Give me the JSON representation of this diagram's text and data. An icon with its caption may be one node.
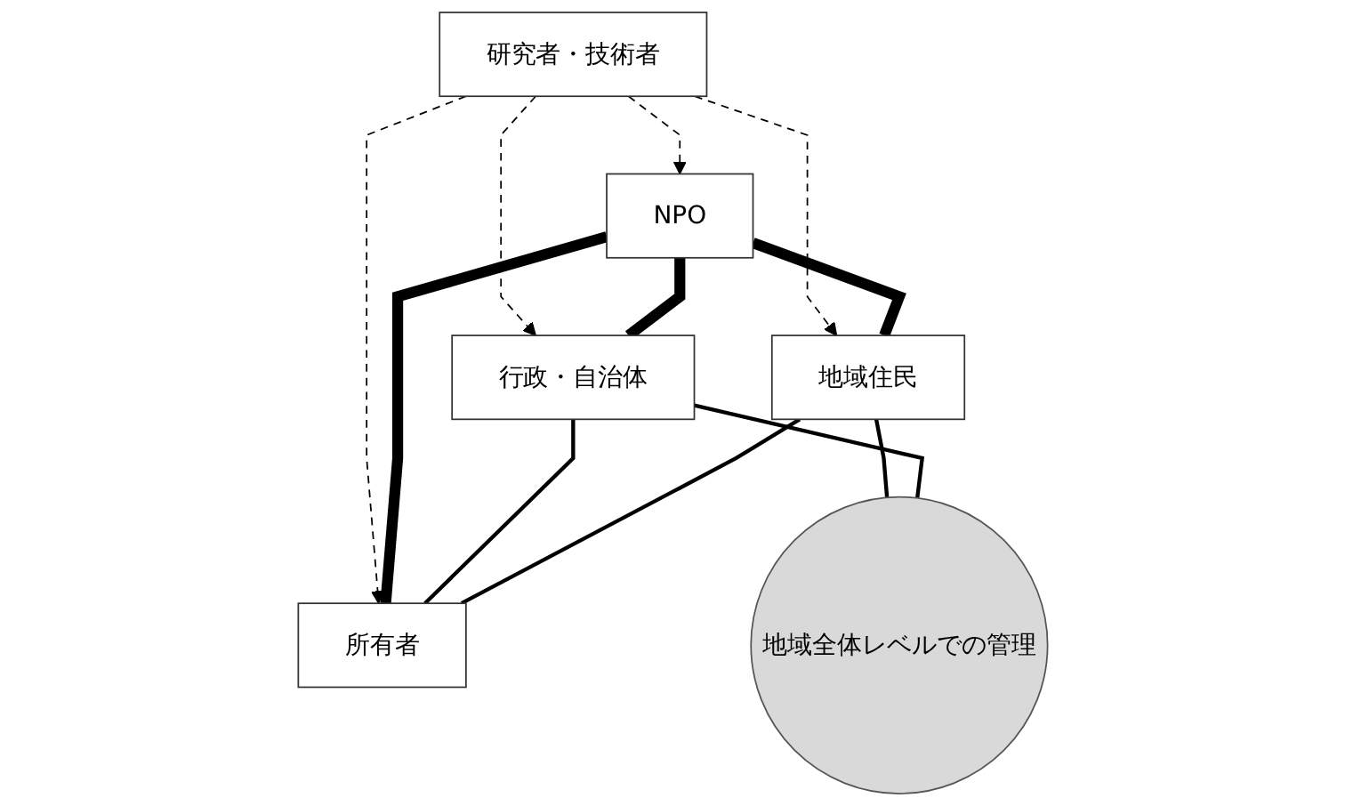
{
  "diagram": {
    "nodes": [
      {
        "text": [
          "研究者・技術者"
        ]
      },
      {
        "text": [
          "NPO"
        ]
      },
      {
        "text": [
          "行政・自治体"
        ]
      },
      {
        "text": [
          "地域住民"
        ]
      },
      {
        "text": [
          "所有者"
        ]
      },
      {
        "text": [
          "地域全体レベルでの管理"
        ]
      }
    ],
    "edges": [
      {
        "from": 0,
        "to": 1,
        "arrow": "to",
        "style": "dashed"
      },
      {
        "from": 0,
        "to": 2,
        "arrow": "to",
        "style": "dashed"
      },
      {
        "from": 0,
        "to": 3,
        "arrow": "to",
        "style": "dashed"
      },
      {
        "from": 0,
        "to": 4,
        "arrow": "to",
        "style": "dashed"
      },
      {
        "from": 1,
        "to": 3,
        "arrow": "none",
        "style": "thick"
      },
      {
        "from": 1,
        "to": 4,
        "arrow": "none",
        "style": "thick"
      },
      {
        "from": 1,
        "to": 2,
        "arrow": "none",
        "style": "thick"
      },
      {
        "from": 2,
        "to": 4,
        "arrow": "none"
      },
      {
        "from": 3,
        "to": 4,
        "arrow": "none"
      },
      {
        "from": 3,
        "to": 5,
        "arrow": "none"
      },
      {
        "from": 2,
        "to": 5,
        "arrow": "none"
      }
    ]
  }
}
